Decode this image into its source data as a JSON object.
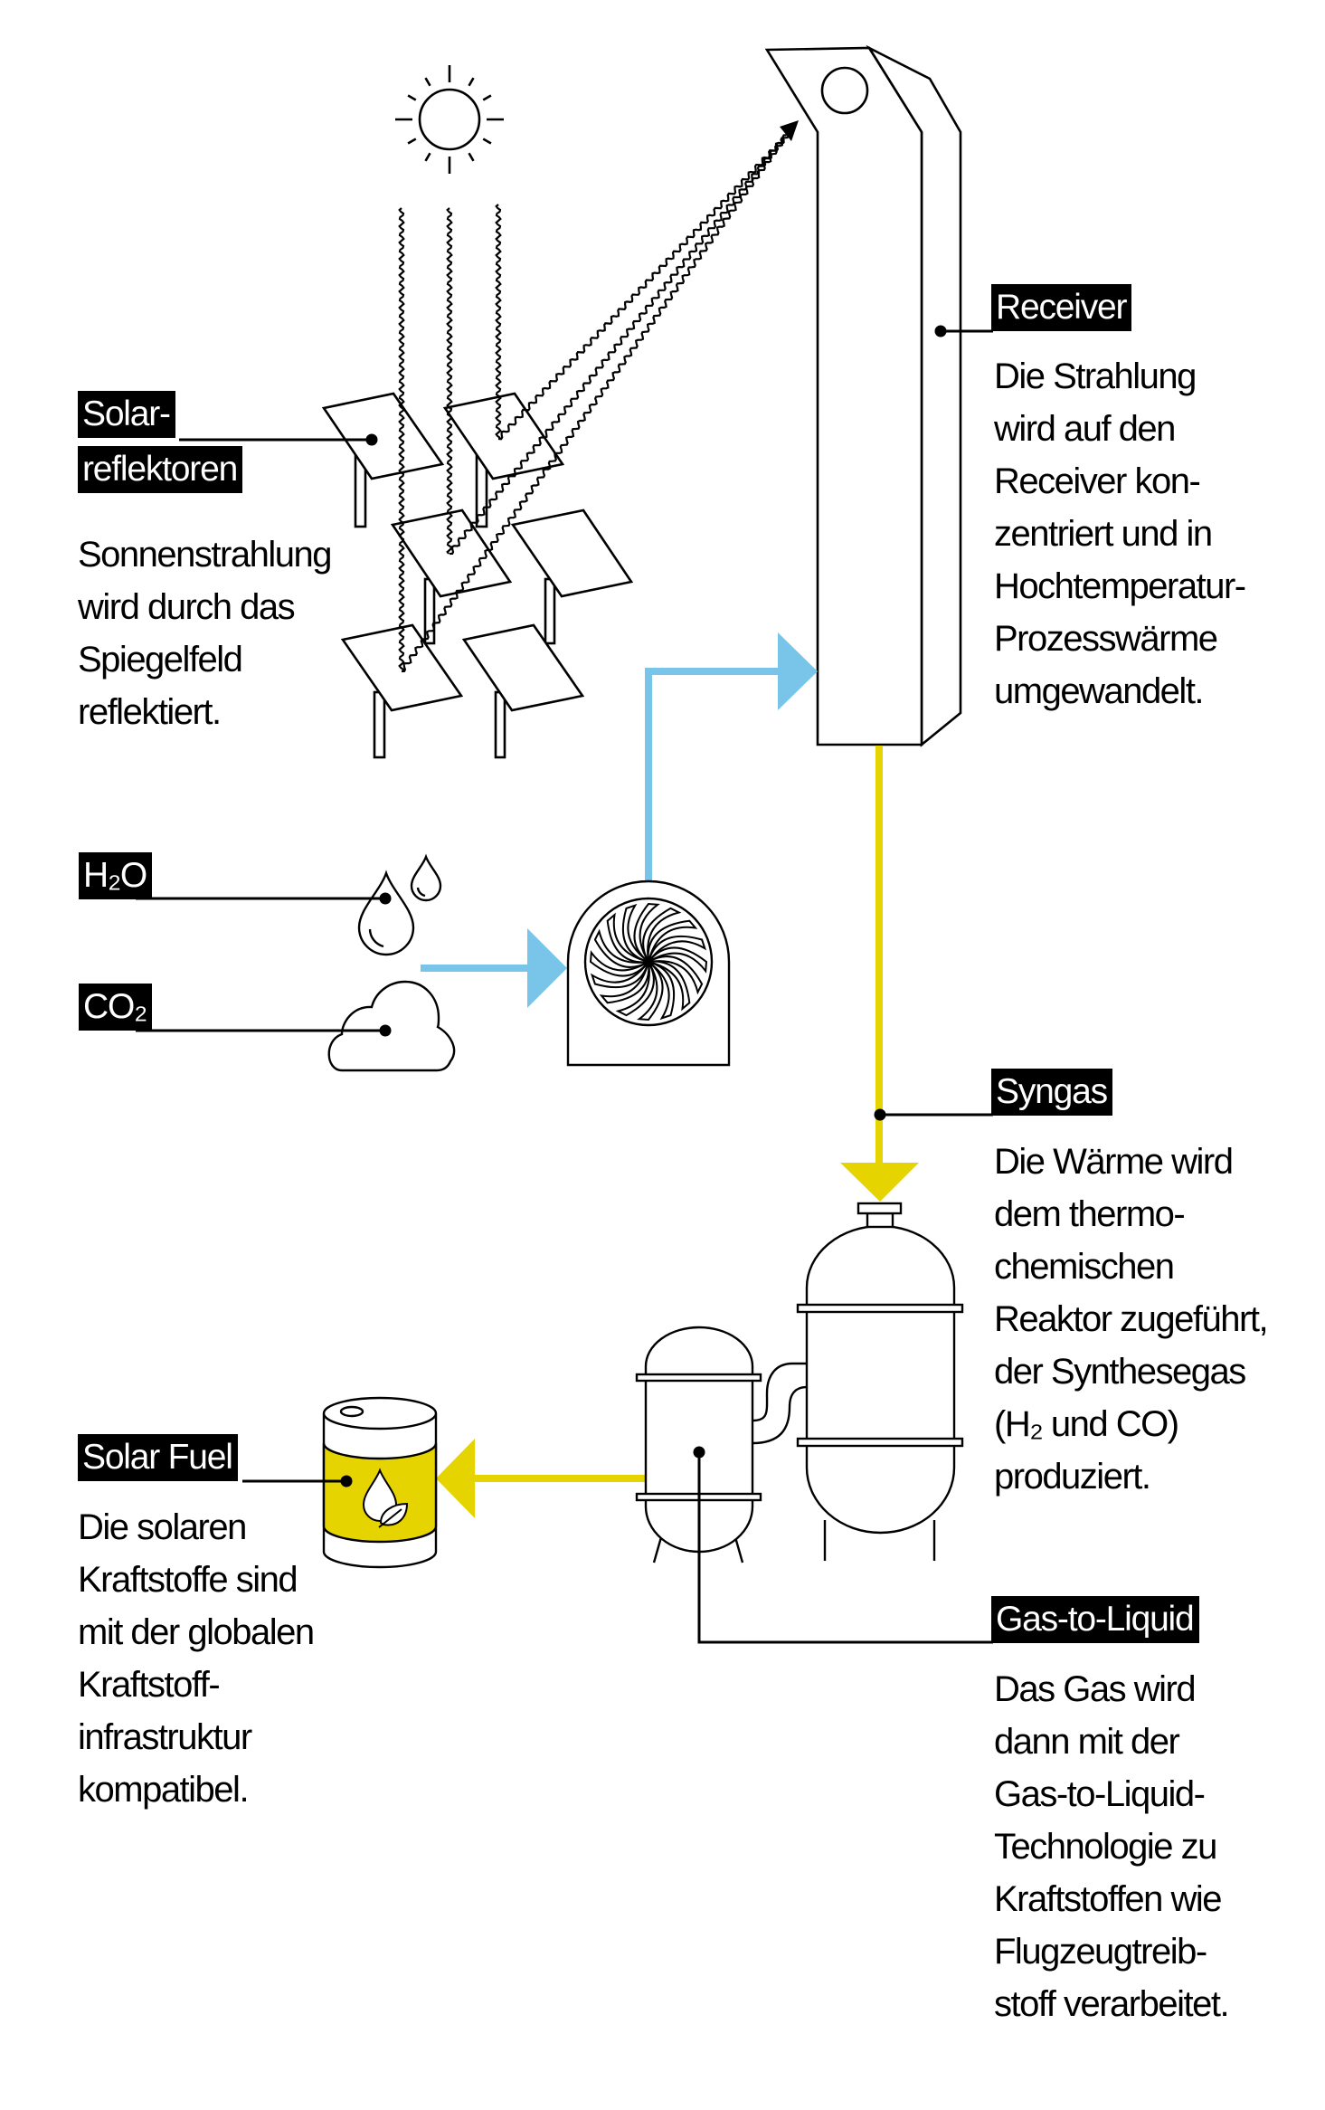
{
  "title": "Solar Fuel Prozess",
  "colors": {
    "ink": "#000000",
    "water_co2_flow": "#79c5ea",
    "heat_syngas_flow": "#e5d400",
    "background": "#ffffff"
  },
  "sections": {
    "solar_reflectors": {
      "label_line1": "Solar-",
      "label_line2": "reflektoren",
      "body": "Sonnenstrahlung\nwird durch das\nSpiegelfeld\nreflektiert."
    },
    "receiver": {
      "label": "Receiver",
      "body": "Die Strahlung\nwird auf den\nReceiver kon-\nzentriert und in\nHochtemperatur-\nProzesswärme\numgewandelt."
    },
    "h2o": {
      "label": "H₂O"
    },
    "co2": {
      "label": "CO₂"
    },
    "syngas": {
      "label": "Syngas",
      "body": "Die Wärme wird\ndem thermo-\nchemischen\nReaktor zugeführt,\nder Synthesegas\n(H₂ und CO)\nproduziert."
    },
    "solar_fuel": {
      "label": "Solar Fuel",
      "body": "Die solaren\nKraftstoffe sind\nmit der globalen\nKraftstoff-\ninfrastruktur\nkompatibel."
    },
    "gas_to_liquid": {
      "label": "Gas-to-Liquid",
      "body": "Das Gas wird\ndann mit der\nGas-to-Liquid-\nTechnologie zu\nKraftstoffen wie\nFlugzeugtreib-\nstoff verarbeitet."
    }
  },
  "icons": {
    "sun": "sun-icon",
    "mirrors": "solar-reflector-icon",
    "tower": "solar-tower-receiver-icon",
    "water": "water-drops-icon",
    "cloud": "co2-cloud-icon",
    "fan": "turbine-fan-icon",
    "reactor": "thermochemical-reactor-icon",
    "gtl": "gas-to-liquid-vessel-icon",
    "barrel": "fuel-barrel-icon",
    "leaf": "leaf-icon"
  }
}
